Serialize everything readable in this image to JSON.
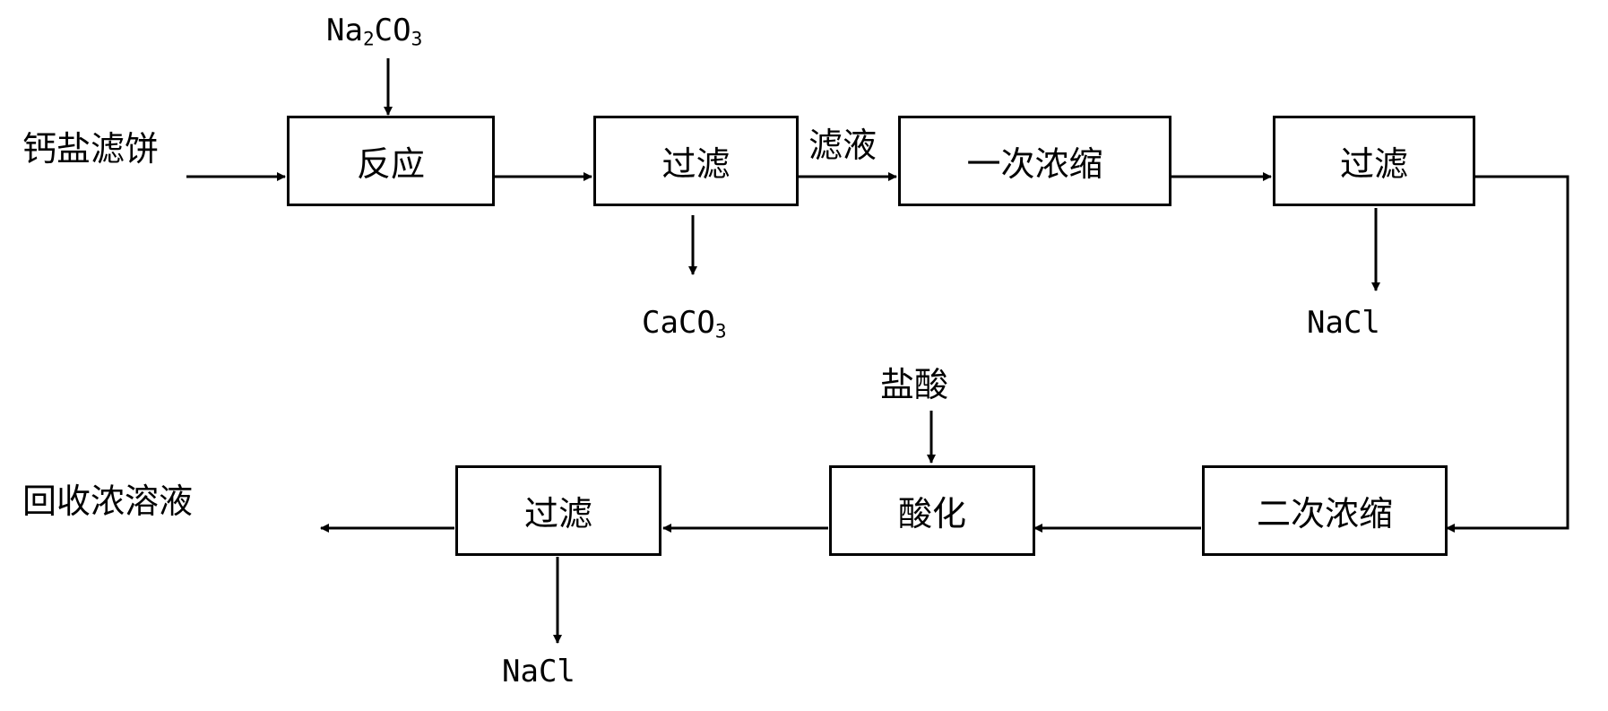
{
  "diagram": {
    "input_label": "钙盐滤饼",
    "output_label": "回收浓溶液",
    "steps": {
      "reaction": "反应",
      "filter_1": "过滤",
      "concentrate_1": "一次浓缩",
      "filter_2": "过滤",
      "concentrate_2": "二次浓缩",
      "acidify": "酸化",
      "filter_3": "过滤"
    },
    "reagents": {
      "na2co3": {
        "base": "Na",
        "sub1": "2",
        "mid": "CO",
        "sub2": "3"
      },
      "hcl": "盐酸"
    },
    "flow_labels": {
      "filtrate": "滤液"
    },
    "products": {
      "caco3": {
        "base": "CaCO",
        "sub": "3"
      },
      "nacl_1": "NaCl",
      "nacl_2": "NaCl"
    },
    "colors": {
      "line": "#000000",
      "background": "#ffffff"
    }
  }
}
